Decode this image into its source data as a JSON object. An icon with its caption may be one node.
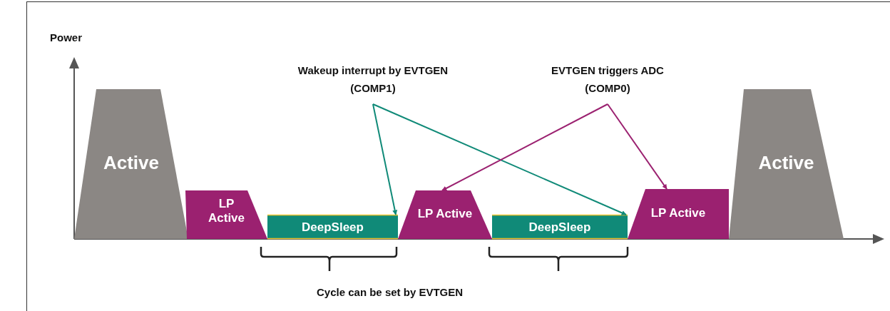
{
  "diagram": {
    "nodes": [
      {
        "text": [
          "Wakeup interrupt by EVTGEN (COMP1)"
        ]
      },
      {
        "text": [
          "EVTGEN triggers ADC (COMP0)"
        ]
      },
      {
        "text": [
          "Active"
        ]
      },
      {
        "text": [
          "LP Active"
        ]
      },
      {
        "text": [
          "DeepSleep"
        ]
      },
      {
        "text": [
          "LP Active"
        ]
      },
      {
        "text": [
          "DeepSleep"
        ]
      },
      {
        "text": [
          "LP Active"
        ]
      },
      {
        "text": [
          "Active"
        ]
      }
    ],
    "edges": [
      {
        "from": 0,
        "to": 4,
        "arrow": "to",
        "color": "#108a78"
      },
      {
        "from": 0,
        "to": 6,
        "arrow": "to",
        "color": "#108a78"
      },
      {
        "from": 1,
        "to": 5,
        "arrow": "to",
        "color": "#9b2170"
      },
      {
        "from": 1,
        "to": 7,
        "arrow": "to",
        "color": "#9b2170"
      }
    ],
    "labels": [
      "Power",
      "Cycle can be set by EVTGEN"
    ]
  }
}
